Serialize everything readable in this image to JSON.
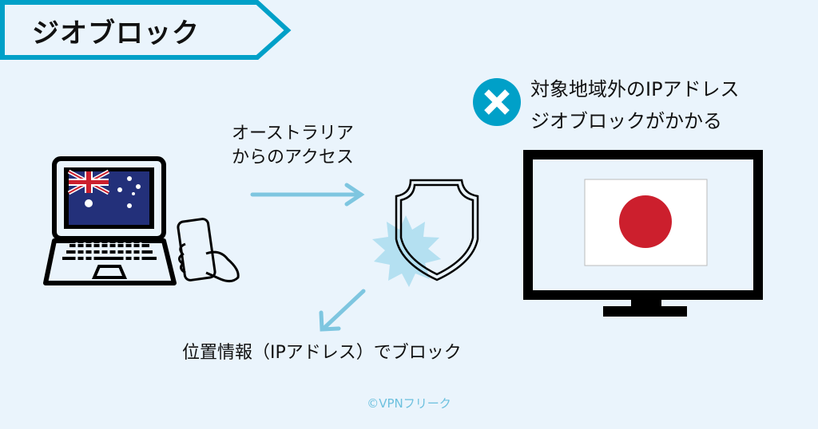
{
  "title": "ジオブロック",
  "access_label": {
    "line1": "オーストラリア",
    "line2": "からのアクセス"
  },
  "blocked_label": {
    "line1": "対象地域外のIPアドレス",
    "line2": "ジオブロックがかかる"
  },
  "block_reason": "位置情報（IPアドレス）でブロック",
  "credit": "©VPNフリーク",
  "colors": {
    "accent": "#00a0c8",
    "arrow": "#7ec6e0",
    "background": "#eaf4fc",
    "flag_red": "#cc1f2d",
    "aus_blue": "#23307a"
  }
}
